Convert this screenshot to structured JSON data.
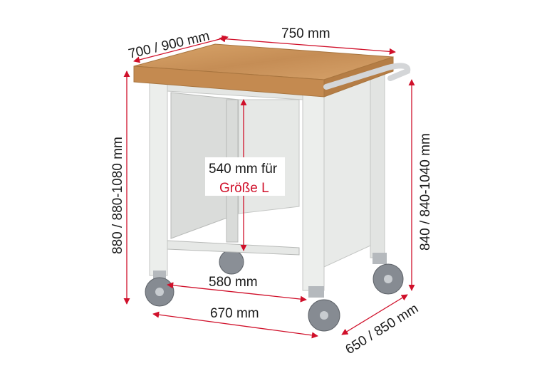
{
  "dimensions": {
    "depth_top": "700 / 900 mm",
    "width_top": "750 mm",
    "height_left": "880 / 880-1080 mm",
    "height_right": "840 / 840-1040 mm",
    "inner_height_line1": "540 mm für",
    "inner_height_line2": "Größe L",
    "inner_width": "580 mm",
    "frame_width": "670 mm",
    "frame_depth": "650 / 850 mm"
  },
  "colors": {
    "arrow": "#d0102a",
    "frame": "#e4e6e4",
    "wood": "#c9955c"
  }
}
